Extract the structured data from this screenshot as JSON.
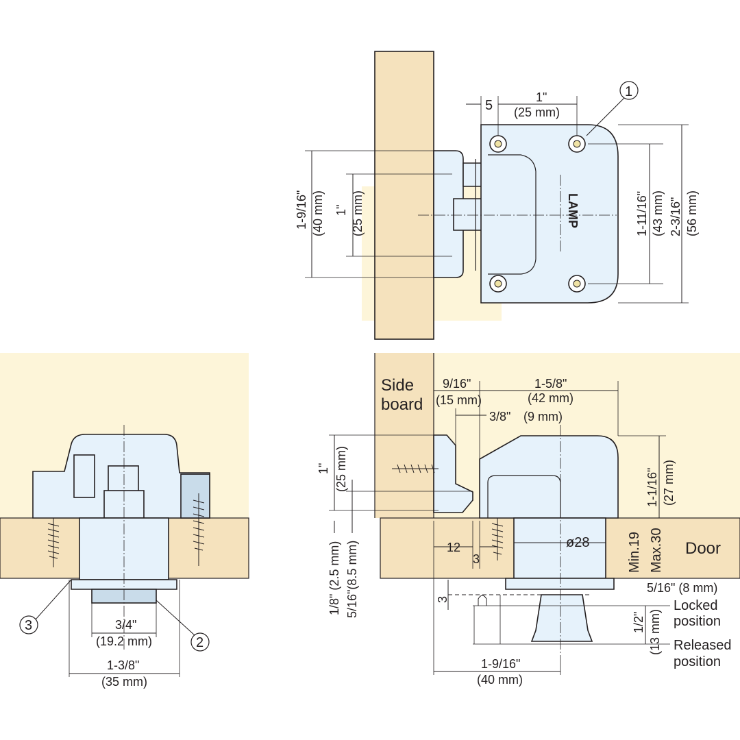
{
  "colors": {
    "wood_light": "#fdf5d9",
    "wood_mid": "#f5e2bd",
    "wood_dark": "#e8cfa3",
    "metal": "#e6f2fb",
    "metal_shadow": "#c9dcea",
    "line": "#231f20"
  },
  "top_view": {
    "dim_5": "5",
    "dim_1in": "1\"",
    "dim_25mm": "(25 mm)",
    "dim_1_9_16": "1-9/16\"",
    "dim_40mm": "(40 mm)",
    "dim_1in_v": "1\"",
    "dim_25mm_v": "(25 mm)",
    "dim_1_11_16": "1-11/16\"",
    "dim_43mm": "(43 mm)",
    "dim_2_3_16": "2-3/16\"",
    "dim_56mm": "(56 mm)",
    "brand": "LAMP",
    "callout_1": "1"
  },
  "front_view": {
    "dim_3_4": "3/4\"",
    "dim_19_2": "(19.2 mm)",
    "dim_1_3_8": "1-3/8\"",
    "dim_35mm": "(35 mm)",
    "callout_2": "2",
    "callout_3": "3"
  },
  "side_view": {
    "side_board": [
      "Side",
      "board"
    ],
    "door": "Door",
    "dim_9_16": "9/16\"",
    "dim_15mm": "(15 mm)",
    "dim_1_5_8": "1-5/8\"",
    "dim_42mm": "(42 mm)",
    "dim_3_8": "3/8\"",
    "dim_9mm": "(9 mm)",
    "dim_1in": "1\"",
    "dim_25mm": "(25 mm)",
    "dim_1_8": "1/8\" (2.5 mm)",
    "dim_5_16_left": "5/16\"(8.5 mm)",
    "dim_1_1_16": "1-1/16\"",
    "dim_27mm": "(27 mm)",
    "dim_12": "12",
    "dim_3a": "3",
    "dim_dia28": "ø28",
    "min19": "Min.19",
    "max30": "Max.30",
    "dim_5_16_right": "5/16\" (8 mm)",
    "dim_3b": "3",
    "dim_1_2": "1/2\"",
    "dim_13mm": "(13 mm)",
    "locked": [
      "Locked",
      "position"
    ],
    "released": [
      "Released",
      "position"
    ],
    "dim_1_9_16": "1-9/16\"",
    "dim_40mm": "(40 mm)"
  }
}
